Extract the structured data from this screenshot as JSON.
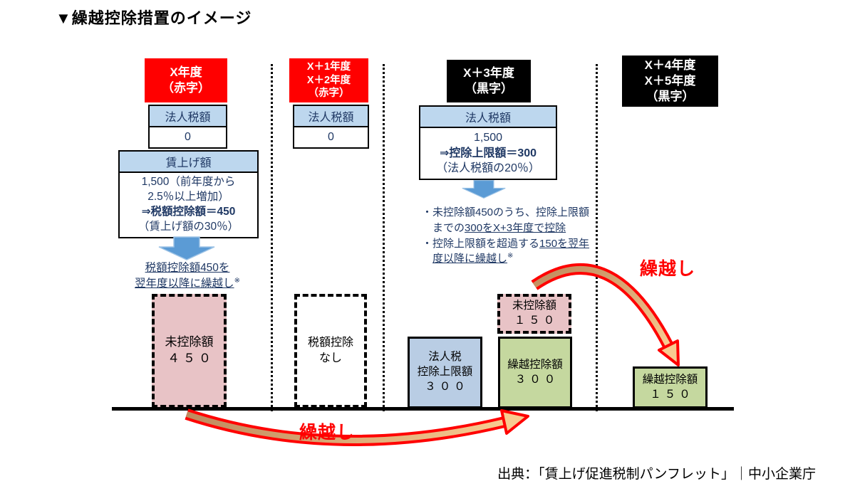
{
  "title": "▼繰越控除措置のイメージ",
  "source": "出典：「賃上げ促進税制パンフレット」｜中小企業庁",
  "colors": {
    "deficit_header": "#ff0000",
    "surplus_header": "#000000",
    "box_header_blue": "#bdd7ee",
    "navy_text": "#1f3864",
    "pink_bar": "#e8c3c6",
    "blue_bar": "#b9cde4",
    "green_bar": "#c5d89f",
    "blue_arrow": "#5b9bd5",
    "carry_arrow_red": "#ff0000"
  },
  "col1": {
    "header": [
      "X年度",
      "（赤字）"
    ],
    "tax_label": "法人税額",
    "tax_value": "0",
    "wage_box": {
      "header": "賃上げ額",
      "l1": "1,500（前年度から",
      "l2": "2.5％以上増加）",
      "l3": "⇒税額控除額＝450",
      "l4": "（賃上げ額の30％）"
    },
    "carry_note_l1": "税額控除額450を",
    "carry_note_l2": "翌年度以降に繰越し",
    "carry_note_mark": "※",
    "bar": {
      "label": "未控除額",
      "value": "４５０"
    }
  },
  "col2": {
    "header": [
      "X＋1年度",
      "X＋2年度",
      "（赤字）"
    ],
    "tax_label": "法人税額",
    "tax_value": "0",
    "bar": {
      "l1": "税額控除",
      "l2": "なし"
    }
  },
  "col3": {
    "header": [
      "X＋3年度",
      "（黒字）"
    ],
    "tax_box": {
      "header": "法人税額",
      "l1": "1,500",
      "l2": "⇒控除上限額＝300",
      "l3": "（法人税額の20％）"
    },
    "notes": {
      "l1": "・未控除額450のうち、控除上限額",
      "l2a": "　までの",
      "l2b": "300をX+3年度で控除",
      "l3a": "・控除上限額を超過する",
      "l3b": "150を翌年",
      "l4a": "　",
      "l4b": "度以降に繰越し",
      "l4c": "※"
    },
    "bar_limit": {
      "l1": "法人税",
      "l2": "控除上限額",
      "value": "３００"
    },
    "bar_carry": {
      "label": "繰越控除額",
      "value": "３００"
    },
    "bar_uncredited": {
      "label": "未控除額",
      "value": "１５０"
    }
  },
  "col4": {
    "header": [
      "X＋4年度",
      "X＋5年度",
      "（黒字）"
    ],
    "bar": {
      "label": "繰越控除額",
      "value": "１５０"
    }
  },
  "arrows": {
    "carry_label_top": "繰越し",
    "carry_label_bottom": "繰越し"
  }
}
